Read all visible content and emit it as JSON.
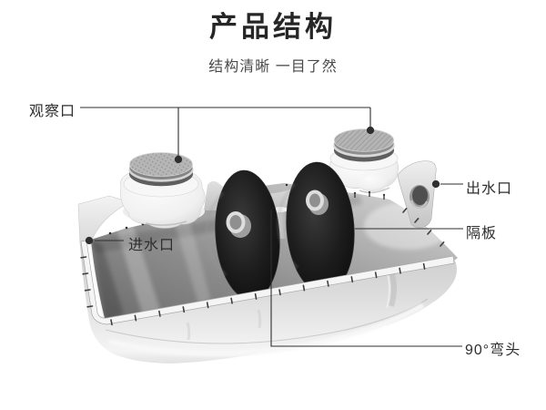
{
  "title": "产品结构",
  "subtitle": "结构清晰 一目了然",
  "diagram": {
    "labels": {
      "observation_port": "观察口",
      "water_outlet": "出水口",
      "baffle": "隔板",
      "water_inlet": "进水口",
      "elbow_90": "90°弯头"
    },
    "colors": {
      "background": "#ffffff",
      "title_text": "#262626",
      "label_text": "#2e2e2e",
      "callout_line": "#333333",
      "baffle_dark": "#141414"
    }
  }
}
